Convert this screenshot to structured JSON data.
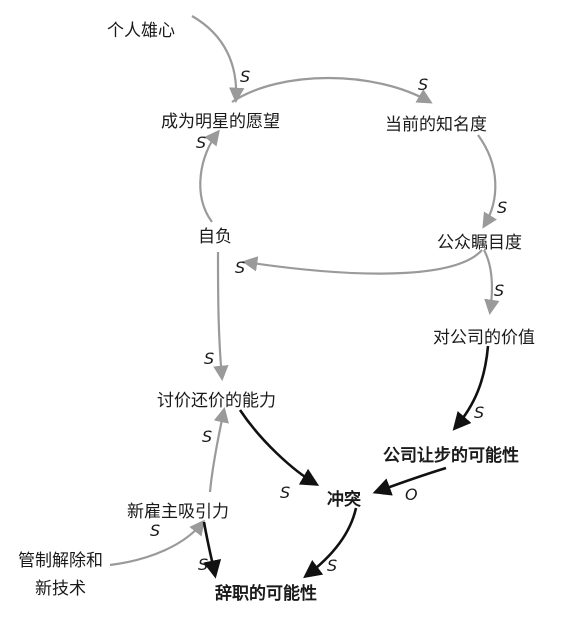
{
  "nodes": {
    "personal_ambition": "个人雄心",
    "desire_star": "成为明星的愿望",
    "current_fame": "当前的知名度",
    "public_attention": "公众瞩目度",
    "ego": "自负",
    "value_to_company": "对公司的价值",
    "bargaining_power": "讨价还价的能力",
    "company_concession": "公司让步的可能性",
    "conflict": "冲突",
    "new_employer_appeal": "新雇主吸引力",
    "deregulation": "管制解除和",
    "deregulation_line2": "新技术",
    "resignation": "辞职的可能性"
  },
  "links": [
    {
      "from": "个人雄心",
      "to": "成为明星的愿望",
      "polarity": "S"
    },
    {
      "from": "成为明星的愿望",
      "to": "当前的知名度",
      "polarity": "S"
    },
    {
      "from": "当前的知名度",
      "to": "公众瞩目度",
      "polarity": "S"
    },
    {
      "from": "公众瞩目度",
      "to": "自负",
      "polarity": "S"
    },
    {
      "from": "自负",
      "to": "成为明星的愿望",
      "polarity": "S"
    },
    {
      "from": "公众瞩目度",
      "to": "对公司的价值",
      "polarity": "S"
    },
    {
      "from": "自负",
      "to": "讨价还价的能力",
      "polarity": "S"
    },
    {
      "from": "对公司的价值",
      "to": "公司让步的可能性",
      "polarity": "S"
    },
    {
      "from": "公司让步的可能性",
      "to": "冲突",
      "polarity": "O"
    },
    {
      "from": "讨价还价的能力",
      "to": "冲突",
      "polarity": "S"
    },
    {
      "from": "新雇主吸引力",
      "to": "讨价还价的能力",
      "polarity": "S"
    },
    {
      "from": "管制解除和新技术",
      "to": "新雇主吸引力",
      "polarity": "S"
    },
    {
      "from": "新雇主吸引力",
      "to": "辞职的可能性",
      "polarity": "S"
    },
    {
      "from": "冲突",
      "to": "辞职的可能性",
      "polarity": "S"
    }
  ],
  "colors": {
    "gray_arrow": "#9a9a9a",
    "black_arrow": "#111111",
    "text": "#1a1a1a"
  }
}
